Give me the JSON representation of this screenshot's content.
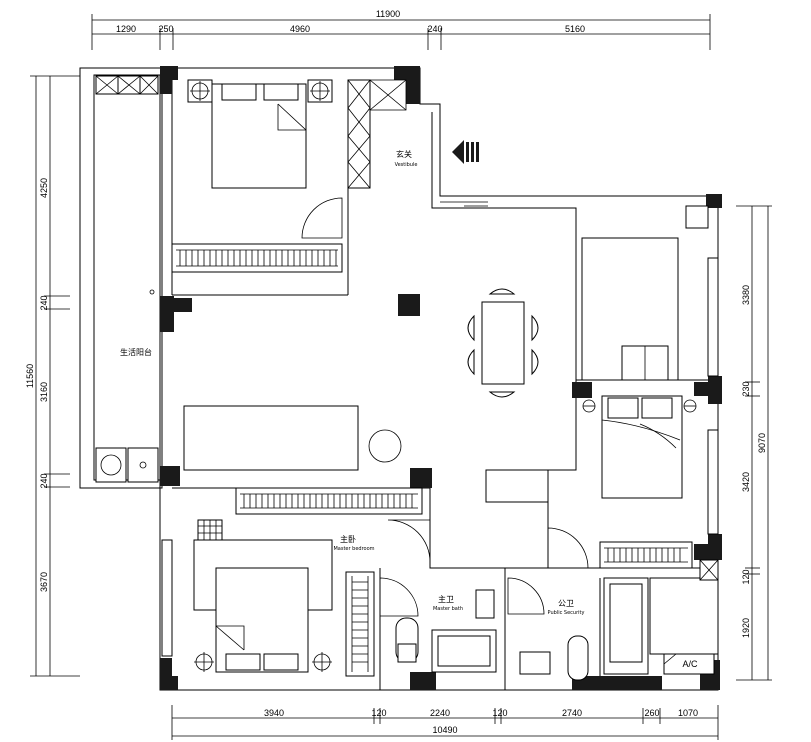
{
  "plan": {
    "dimensions_top": [
      "11900",
      "1290",
      "250",
      "4960",
      "240",
      "5160"
    ],
    "dimensions_bottom": [
      "3940",
      "120",
      "2240",
      "120",
      "2740",
      "260",
      "1070",
      "10490"
    ],
    "dimensions_left": [
      "11560",
      "4250",
      "240",
      "3160",
      "240",
      "3670"
    ],
    "dimensions_right": [
      "9070",
      "3380",
      "230",
      "3420",
      "120",
      "1920"
    ],
    "rooms": {
      "vestibule_cn": "玄关",
      "vestibule_en": "Vestibule",
      "balcony_cn": "生活阳台",
      "master_bedroom_cn": "主卧",
      "master_bedroom_en": "Master bedroom",
      "master_bath_cn": "主卫",
      "master_bath_en": "Master bath",
      "public_bath_cn": "公卫",
      "public_bath_en": "Public Security",
      "ac_label": "A/C"
    }
  }
}
